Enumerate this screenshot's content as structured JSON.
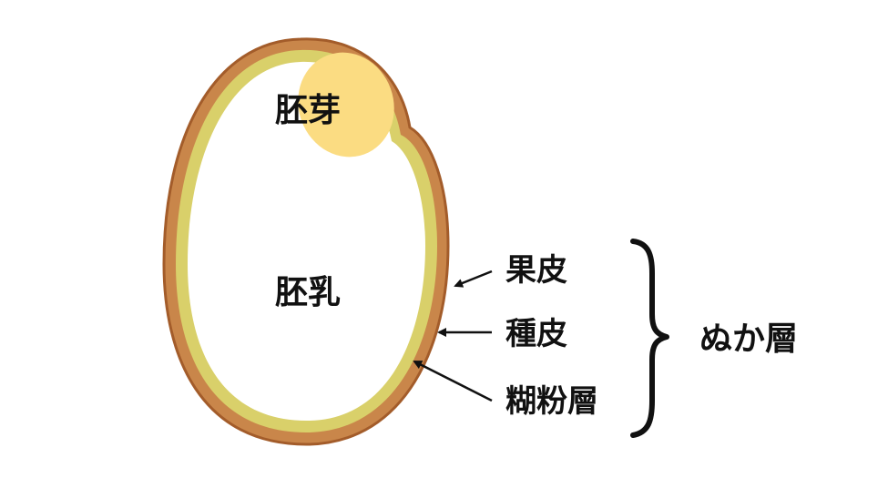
{
  "labels": {
    "germ": "胚芽",
    "endosperm": "胚乳",
    "pericarp": "果皮",
    "seed_coat": "種皮",
    "aleurone": "糊粉層",
    "bran_layer": "ぬか層"
  },
  "colors": {
    "outer_layer": "#c9864a",
    "outer_layer_edge": "#a35c2a",
    "middle_layer": "#d9d06a",
    "germ": "#fbdc82",
    "endosperm": "#ffffff",
    "ink": "#111111"
  }
}
